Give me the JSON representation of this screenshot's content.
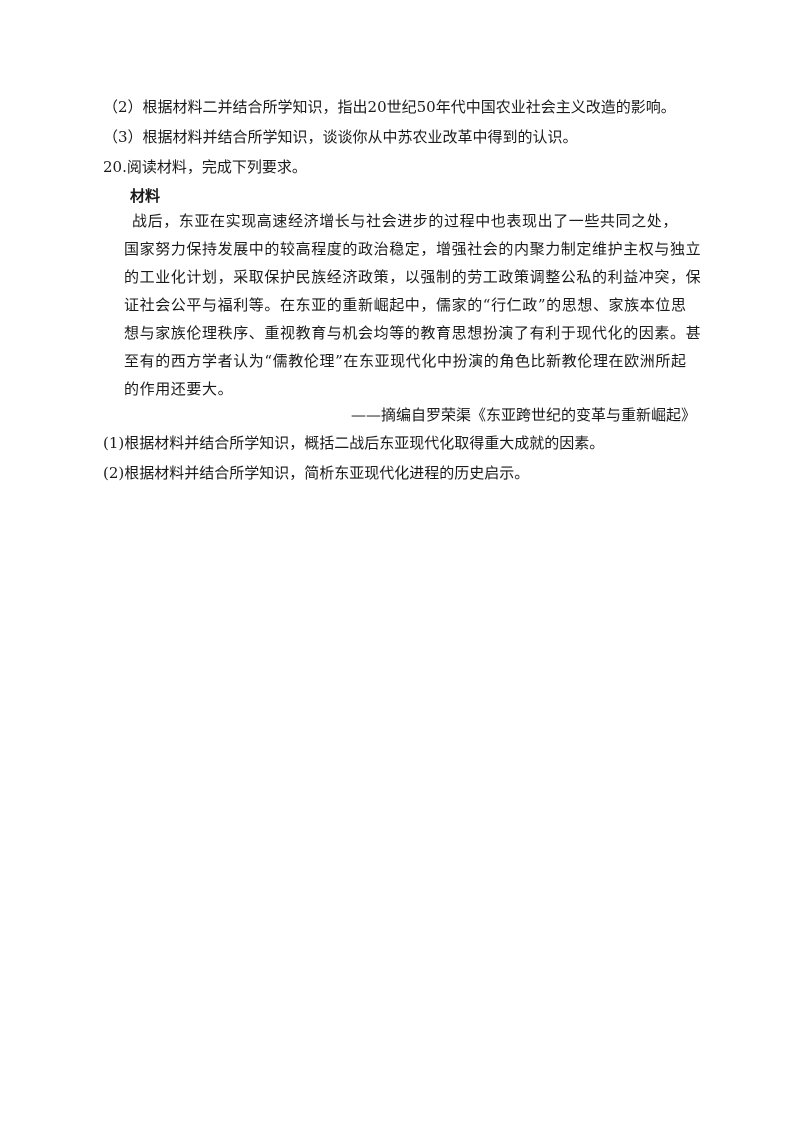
{
  "questions": {
    "q2": "（2）根据材料二并结合所学知识，指出20世纪50年代中国农业社会主义改造的影响。",
    "q3": "（3）根据材料并结合所学知识，谈谈你从中苏农业改革中得到的认识。",
    "q20_title": "20.阅读材料，完成下列要求。"
  },
  "material": {
    "heading": "材料",
    "lines": [
      "战后，东亚在实现高速经济增长与社会进步的过程中也表现出了一些共同之处，",
      "国家努力保持发展中的较高程度的政治稳定，增强社会的内聚力制定维护主权与独立",
      "的工业化计划，采取保护民族经济政策，以强制的劳工政策调整公私的利益冲突，保",
      "证社会公平与福利等。在东亚的重新崛起中，儒家的“行仁政”的思想、家族本位思",
      "想与家族伦理秩序、重视教育与机会均等的教育思想扮演了有利于现代化的因素。甚",
      "至有的西方学者认为“儒教伦理”在东亚现代化中扮演的角色比新教伦理在欧洲所起",
      "的作用还要大。"
    ],
    "source": "——摘编自罗荣渠《东亚跨世纪的变革与重新崛起》"
  },
  "sub_questions": {
    "s1": "(1)根据材料并结合所学知识，概括二战后东亚现代化取得重大成就的因素。",
    "s2": "(2)根据材料并结合所学知识，简析东亚现代化进程的历史启示。"
  }
}
